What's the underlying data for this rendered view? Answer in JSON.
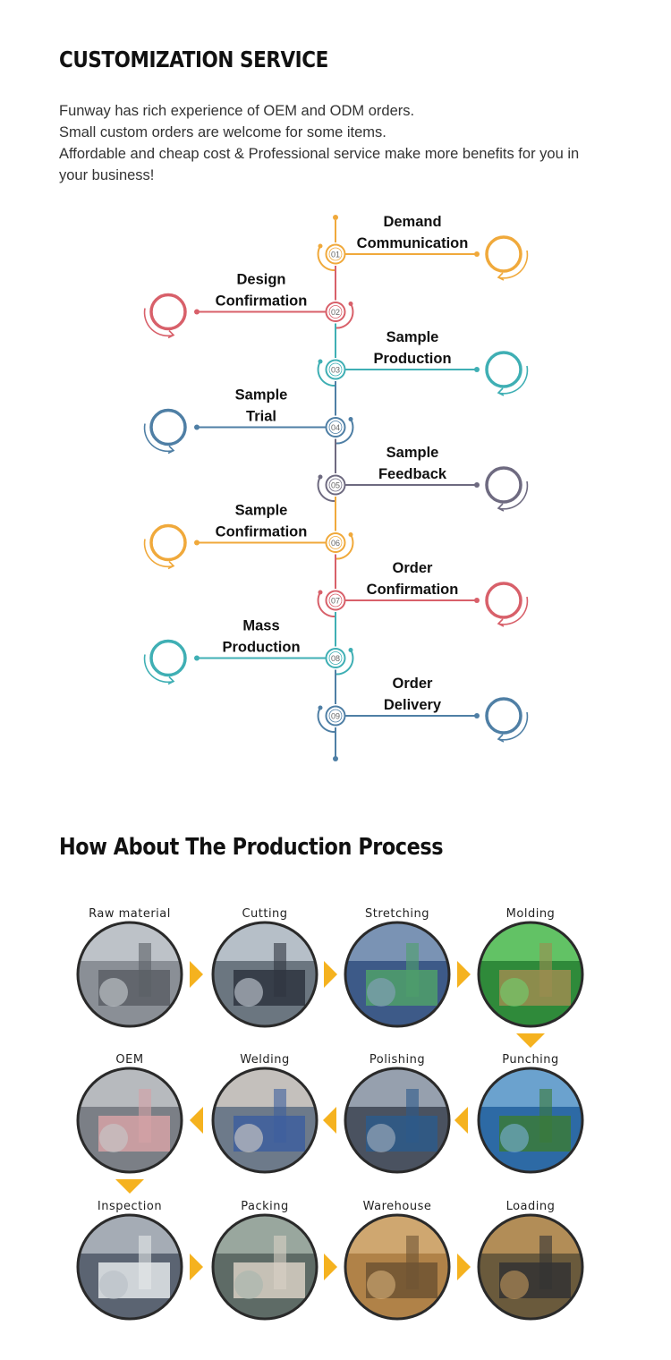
{
  "customization": {
    "title": "CUSTOMIZATION SERVICE",
    "intro_lines": [
      "Funway has rich experience of OEM and ODM orders.",
      "Small custom orders are welcome for some items.",
      "Affordable and cheap cost & Professional service make more benefits for you in",
      "your business!"
    ]
  },
  "steps": [
    {
      "num": "01",
      "lines": [
        "Demand",
        "Communication"
      ],
      "side": "right",
      "color": "#F0A93B"
    },
    {
      "num": "02",
      "lines": [
        "Design",
        "Confirmation"
      ],
      "side": "left",
      "color": "#D8606A"
    },
    {
      "num": "03",
      "lines": [
        "Sample",
        "Production"
      ],
      "side": "right",
      "color": "#3FAFB4"
    },
    {
      "num": "04",
      "lines": [
        "Sample",
        "Trial"
      ],
      "side": "left",
      "color": "#4F7FA5"
    },
    {
      "num": "05",
      "lines": [
        "Sample",
        "Feedback"
      ],
      "side": "right",
      "color": "#6E6A80"
    },
    {
      "num": "06",
      "lines": [
        "Sample",
        "Confirmation"
      ],
      "side": "left",
      "color": "#F0A93B"
    },
    {
      "num": "07",
      "lines": [
        "Order",
        "Confirmation"
      ],
      "side": "right",
      "color": "#D8606A"
    },
    {
      "num": "08",
      "lines": [
        "Mass",
        "Production"
      ],
      "side": "left",
      "color": "#3FAFB4"
    },
    {
      "num": "09",
      "lines": [
        "Order",
        "Delivery"
      ],
      "side": "right",
      "color": "#4F7FA5"
    }
  ],
  "process": {
    "title": "How About The Production Process",
    "arrow_color": "#F5B21F",
    "items": [
      {
        "label": "Raw material",
        "icon": "raw-material-photo"
      },
      {
        "label": "Cutting",
        "icon": "cutting-photo"
      },
      {
        "label": "Stretching",
        "icon": "stretching-photo"
      },
      {
        "label": "Molding",
        "icon": "molding-photo"
      },
      {
        "label": "Punching",
        "icon": "punching-photo"
      },
      {
        "label": "Polishing",
        "icon": "polishing-photo"
      },
      {
        "label": "Welding",
        "icon": "welding-photo"
      },
      {
        "label": "OEM",
        "icon": "oem-photo"
      },
      {
        "label": "Inspection",
        "icon": "inspection-photo"
      },
      {
        "label": "Packing",
        "icon": "packing-photo"
      },
      {
        "label": "Warehouse",
        "icon": "warehouse-photo"
      },
      {
        "label": "Loading",
        "icon": "loading-photo"
      }
    ]
  }
}
